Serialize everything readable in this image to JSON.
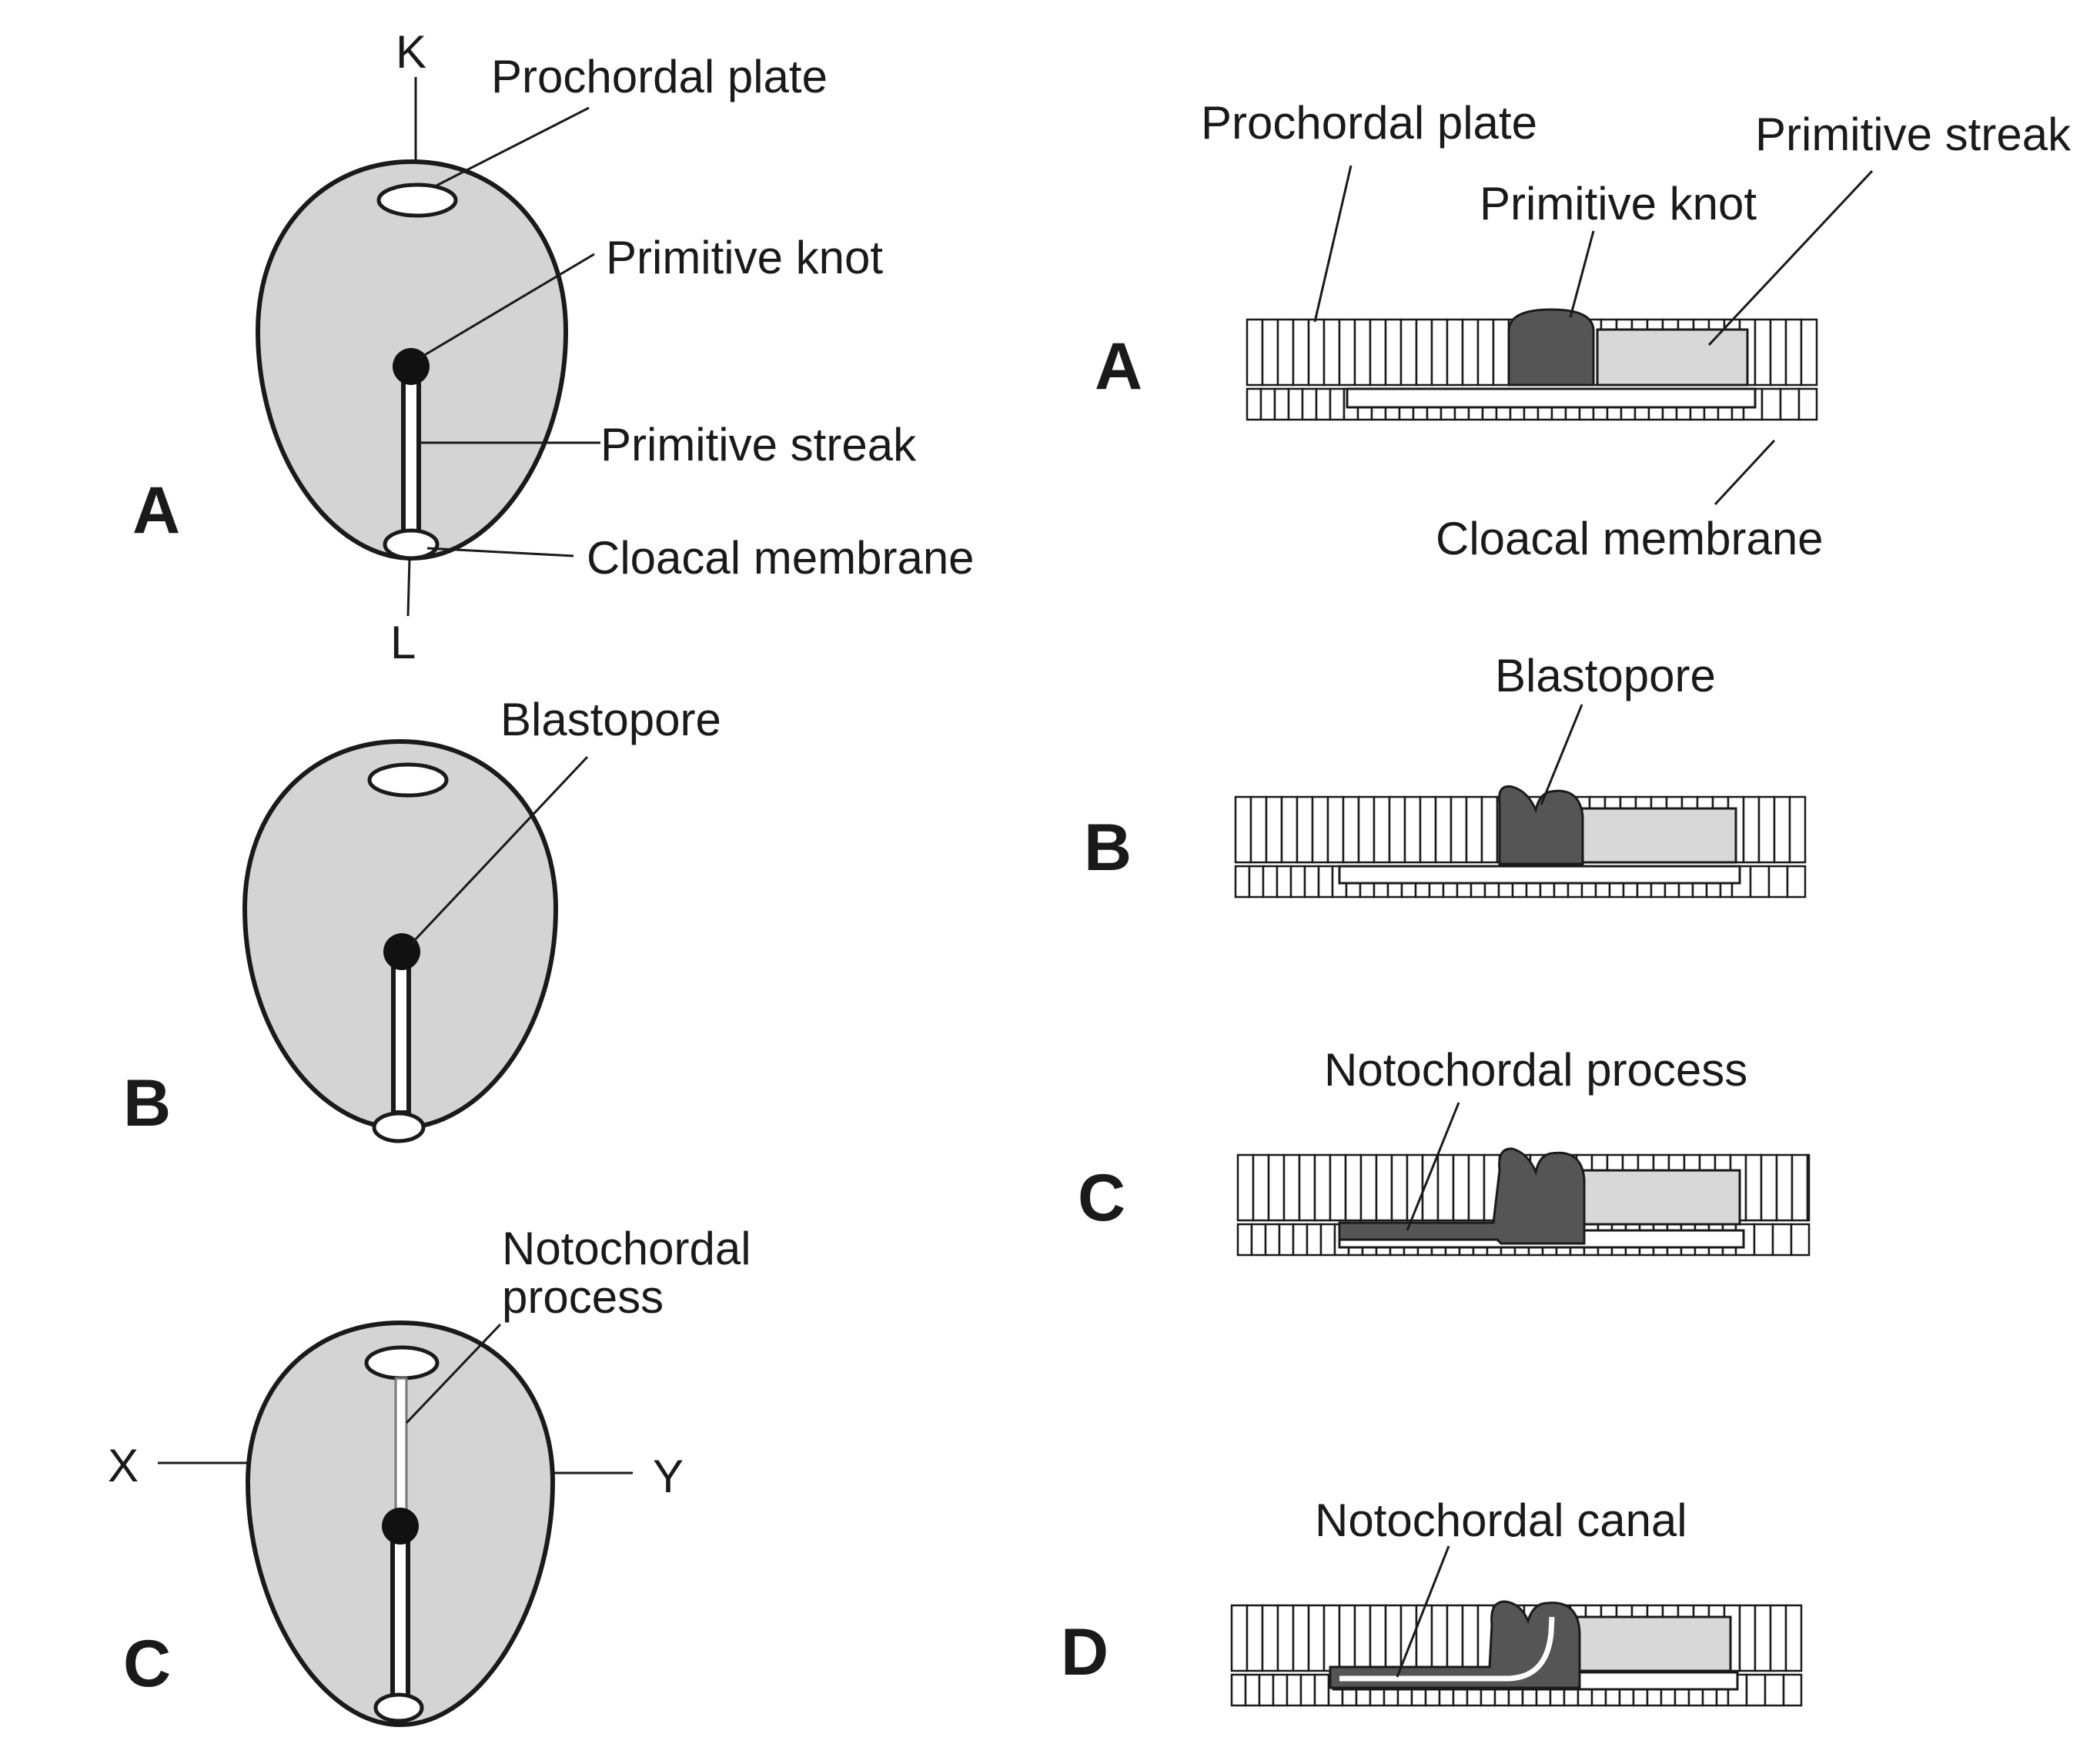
{
  "colors": {
    "embryo_fill": "#d4d4d4",
    "knot_fill": "#555555",
    "streak_fill": "#d8d8d8",
    "line": "#1a1a1a",
    "background": "#ffffff"
  },
  "left": {
    "A": {
      "panel": "A",
      "K": "K",
      "L": "L",
      "prochordal_plate": "Prochordal plate",
      "primitive_knot": "Primitive knot",
      "primitive_streak": "Primitive streak",
      "cloacal_membrane": "Cloacal membrane"
    },
    "B": {
      "panel": "B",
      "blastopore": "Blastopore"
    },
    "C": {
      "panel": "C",
      "notochordal_line1": "Notochordal",
      "notochordal_line2": "process",
      "X": "X",
      "Y": "Y"
    }
  },
  "right": {
    "A": {
      "panel": "A",
      "prochordal_plate": "Prochordal plate",
      "primitive_knot": "Primitive knot",
      "primitive_streak": "Primitive streak",
      "cloacal_membrane": "Cloacal membrane"
    },
    "B": {
      "panel": "B",
      "blastopore": "Blastopore"
    },
    "C": {
      "panel": "C",
      "notochordal_process": "Notochordal process"
    },
    "D": {
      "panel": "D",
      "notochordal_canal": "Notochordal canal"
    }
  }
}
